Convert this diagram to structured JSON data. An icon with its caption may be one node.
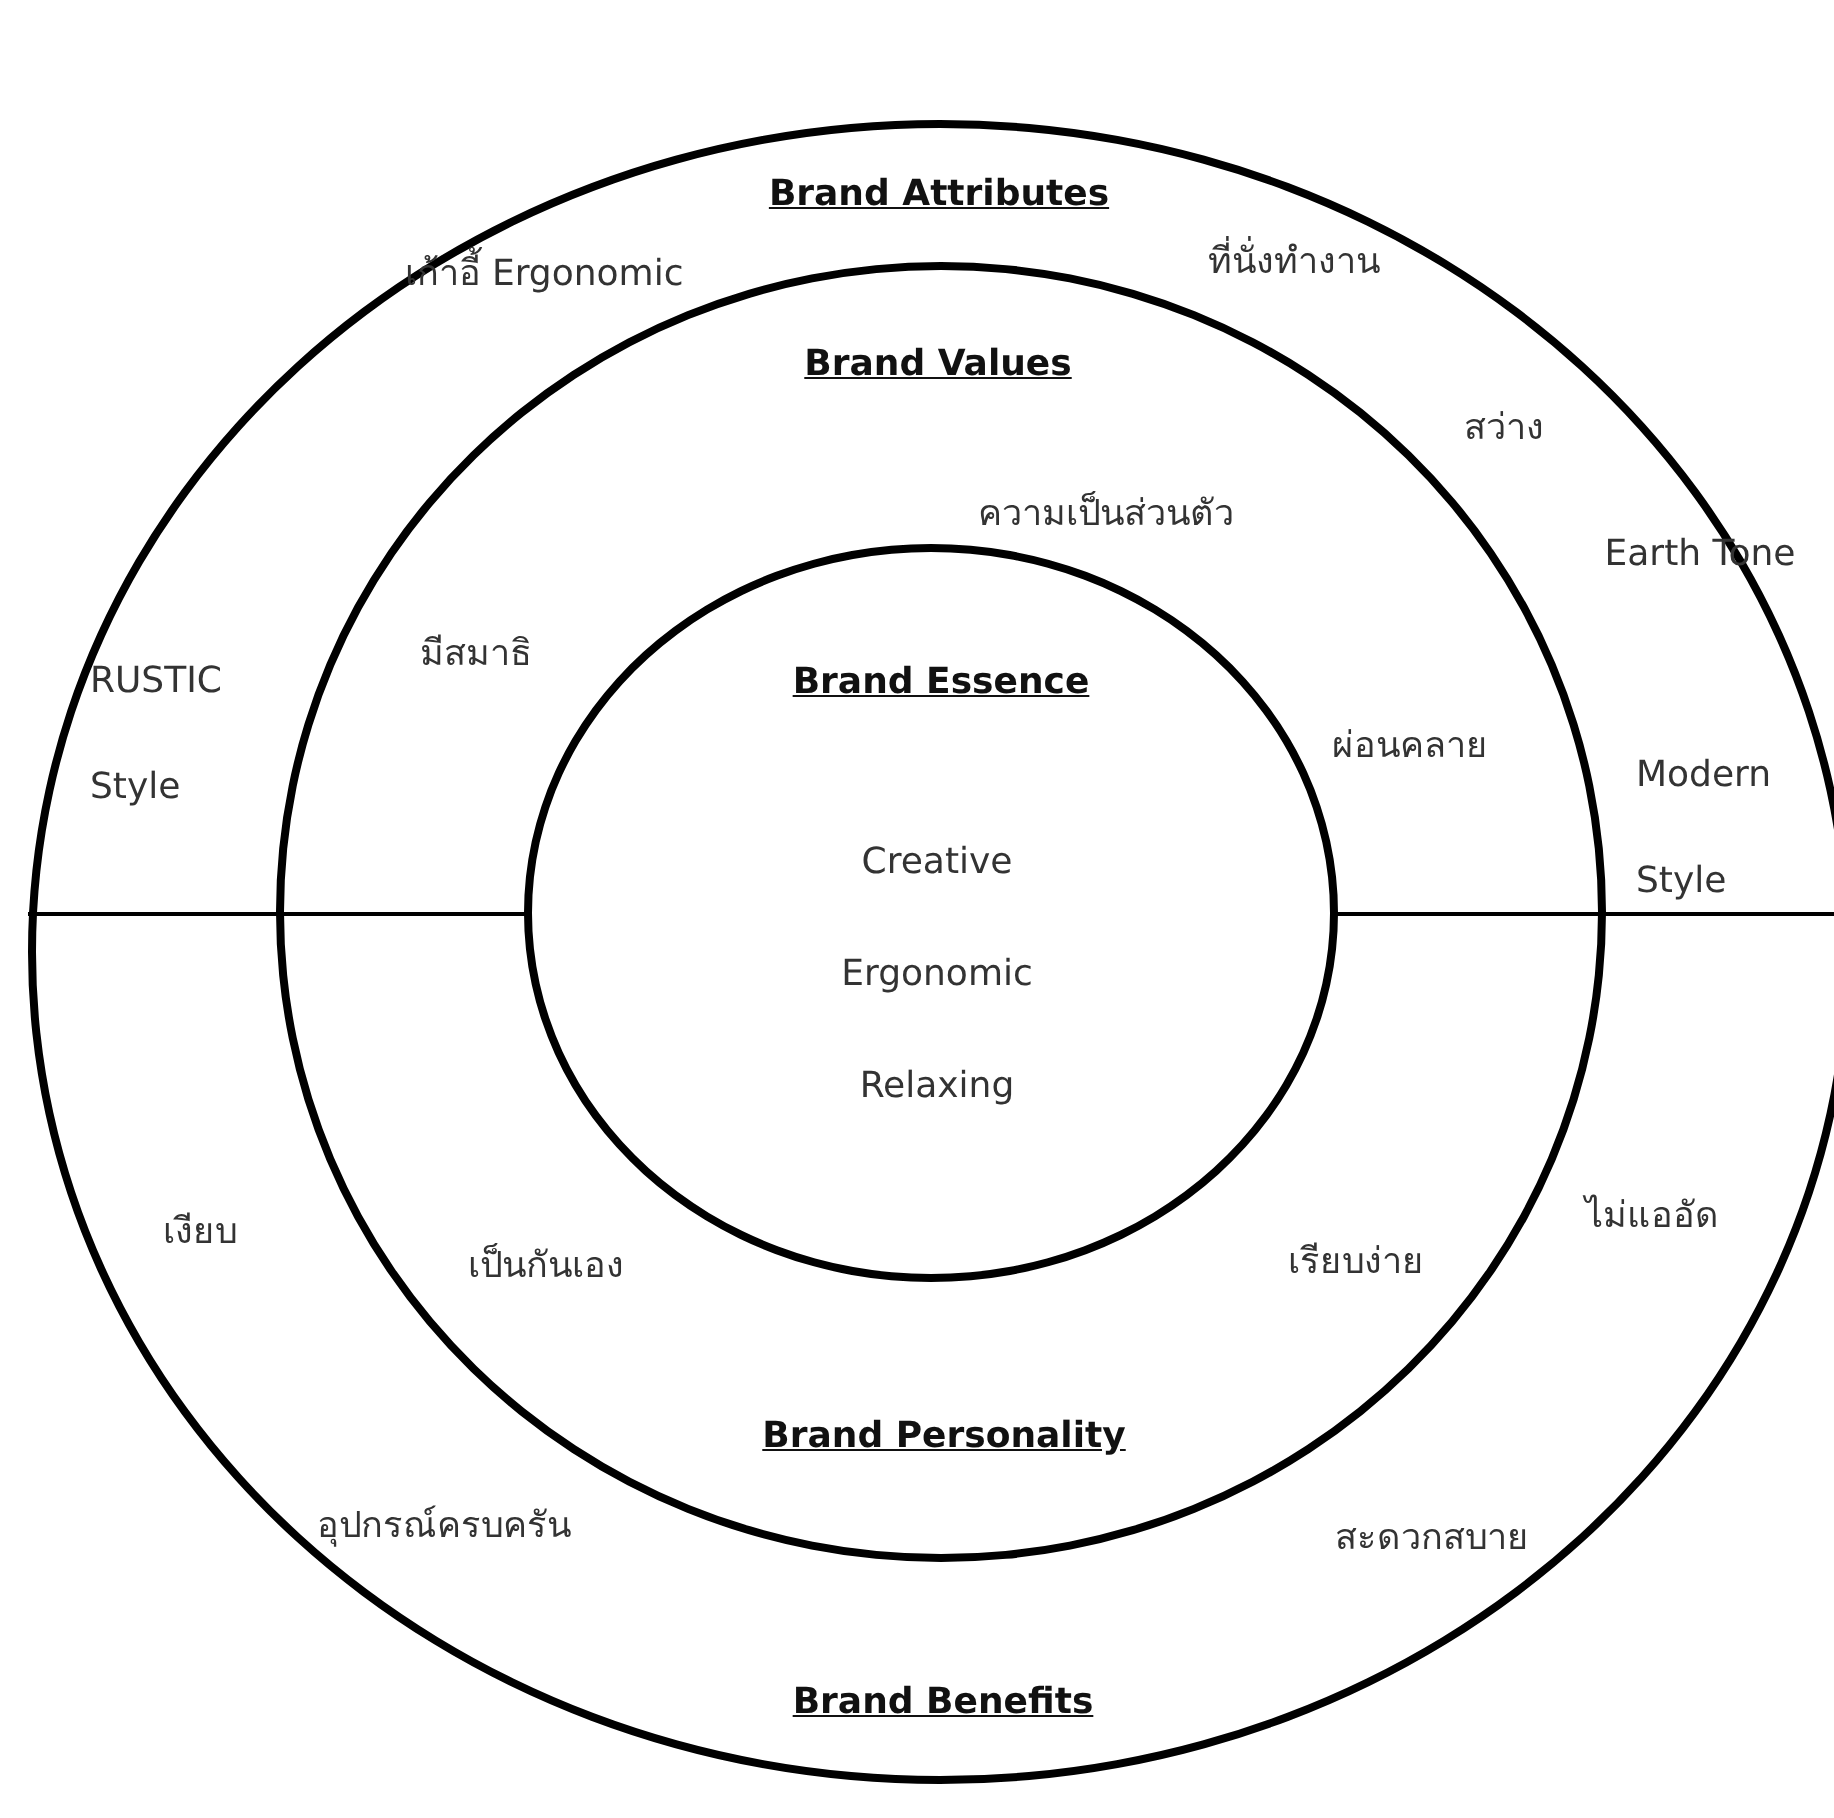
{
  "diagram": {
    "nodes": [
      {
        "text": [
          "Brand Attributes",
          "Brand Benefits"
        ]
      },
      {
        "text": [
          "Brand Values",
          "Brand Personality"
        ],
        "in": 0
      },
      {
        "text": [
          "Brand Essence",
          "Creative",
          "Ergonomic",
          "Relaxing"
        ],
        "in": 1
      }
    ],
    "labels": [
      "เก้าอี้ Ergonomic",
      "ที่นั่งทำงาน",
      "สว่าง",
      "ความเป็นส่วนตัว",
      "Earth Tone",
      "RUSTIC Style",
      "มีสมาธิ",
      "ผ่อนคลาย",
      "Modern Style",
      "เงียบ",
      "เป็นกันเอง",
      "เรียบง่าย",
      "ไม่แออัด",
      "อุปกรณ์ครบครัน",
      "สะดวกสบาย"
    ]
  }
}
